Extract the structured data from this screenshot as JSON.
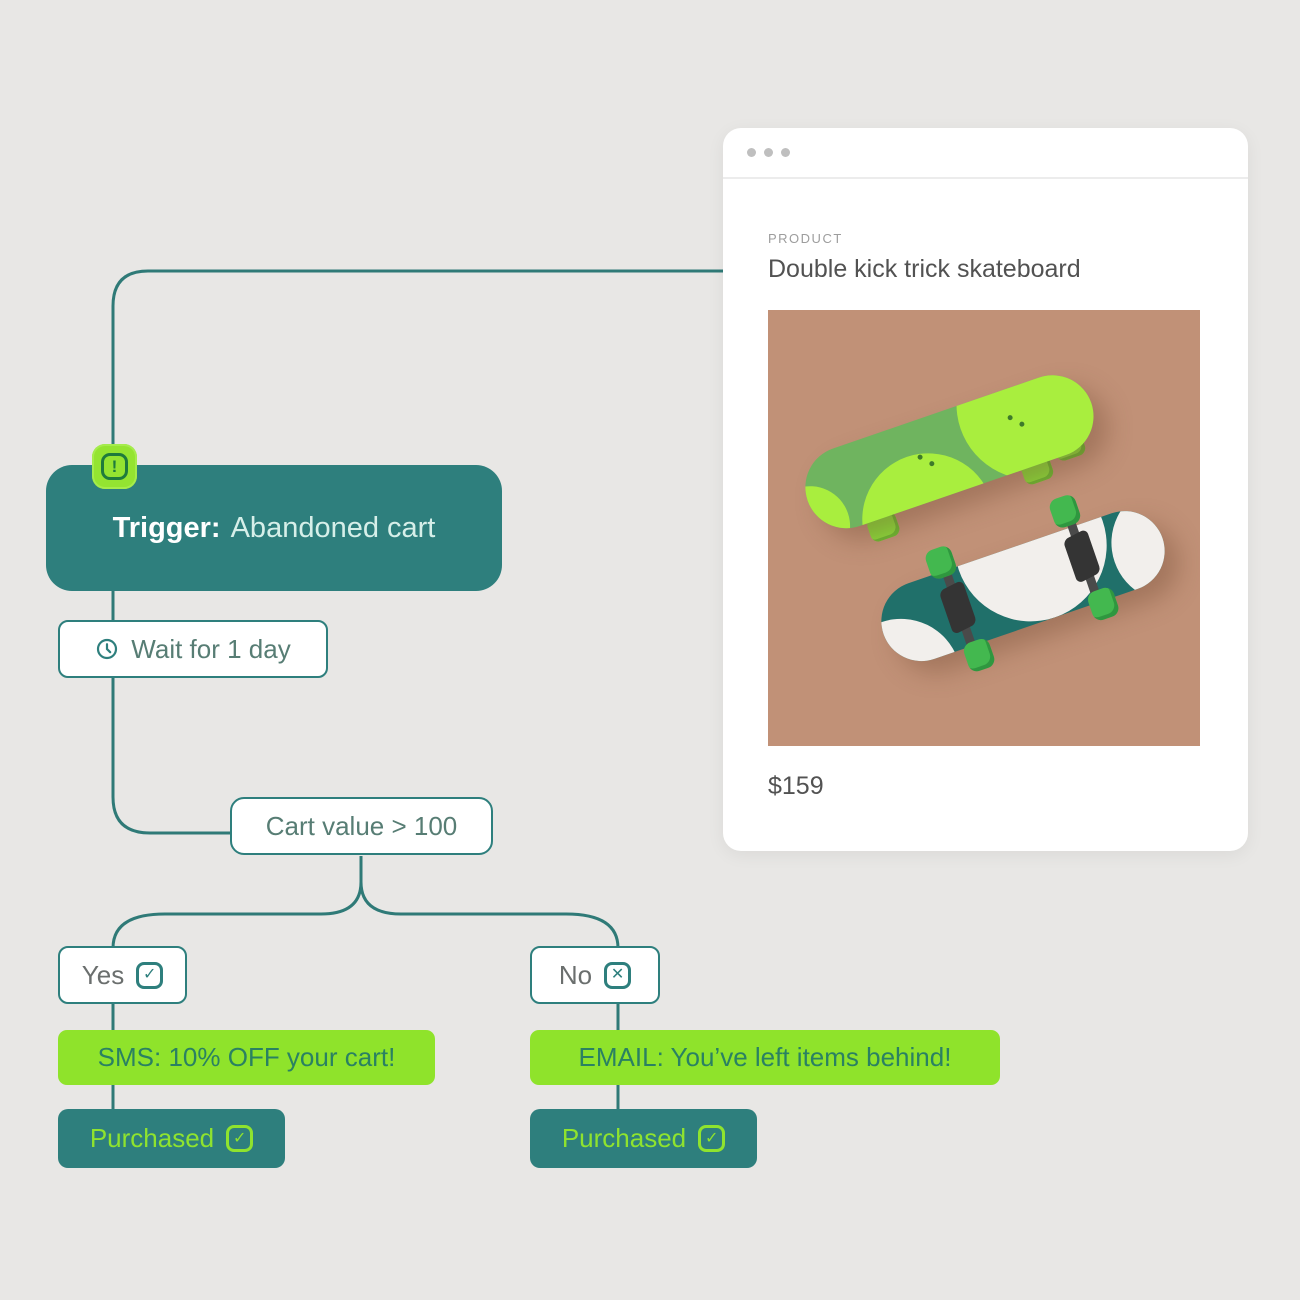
{
  "colors": {
    "background": "#e8e7e5",
    "teal": "#2e7f7d",
    "lime": "#8fe32b",
    "connector_line": "#2f7a77",
    "lime_box_text": "#2a8162",
    "outline_box_text": "#577d74",
    "gray_label_text": "#6b6f6e",
    "card_background": "#ffffff",
    "photo_background": "#c19177"
  },
  "browser_card": {
    "product_label": "PRODUCT",
    "product_title": "Double kick trick skateboard",
    "price": "$159",
    "photo_description": "Two skateboards (green deck with lime spots, teal deck with white spots) on a tan background"
  },
  "flow": {
    "trigger": {
      "label_bold": "Trigger:",
      "label_rest": "Abandoned cart",
      "badge_glyph": "!"
    },
    "wait": {
      "label": "Wait for 1 day"
    },
    "condition": {
      "label": "Cart value > 100"
    },
    "branch_yes": {
      "label": "Yes",
      "check_glyph": "✓"
    },
    "branch_no": {
      "label": "No",
      "x_glyph": "✕"
    },
    "action_sms": {
      "label": "SMS: 10% OFF your cart!"
    },
    "action_email": {
      "label": "EMAIL: You’ve left items behind!"
    },
    "outcome_left": {
      "label": "Purchased",
      "check_glyph": "✓"
    },
    "outcome_right": {
      "label": "Purchased",
      "check_glyph": "✓"
    }
  }
}
